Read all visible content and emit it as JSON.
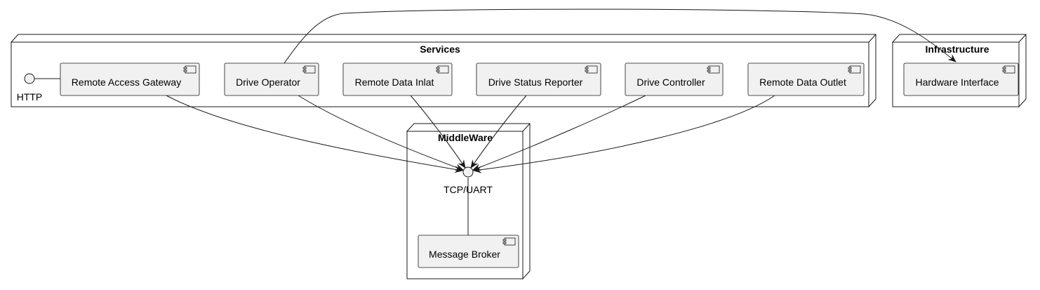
{
  "nodes": {
    "services": {
      "title": "Services"
    },
    "middleware": {
      "title": "MiddleWare"
    },
    "infrastructure": {
      "title": "Infrastructure"
    }
  },
  "components": {
    "remote_access_gateway": "Remote Access Gateway",
    "drive_operator": "Drive Operator",
    "remote_data_inlat": "Remote Data Inlat",
    "drive_status_reporter": "Drive Status Reporter",
    "drive_controller": "Drive Controller",
    "remote_data_outlet": "Remote Data Outlet",
    "message_broker": "Message Broker",
    "hardware_interface": "Hardware Interface"
  },
  "interfaces": {
    "http": "HTTP",
    "tcp_uart": "TCP/UART"
  },
  "colors": {
    "component_fill": "#f1f1f1",
    "line": "#181818",
    "node_fill": "#ffffff"
  }
}
